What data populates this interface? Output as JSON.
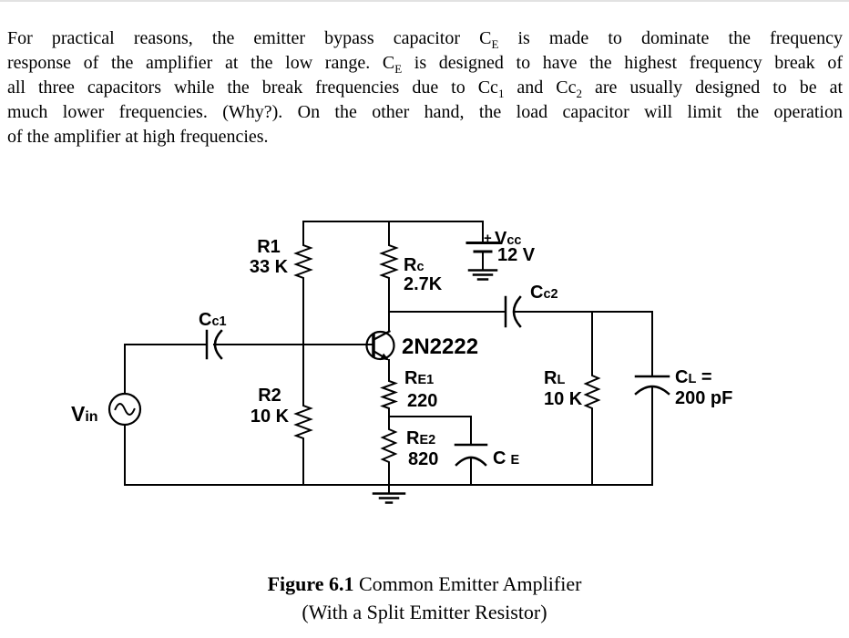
{
  "page": {
    "top_divider_color": "#e2e2e2",
    "background": "#ffffff",
    "ink": "#000000"
  },
  "intro_paragraph": {
    "lines": [
      {
        "segments": [
          {
            "t": "For practical reasons, the emitter bypass capacitor C"
          },
          {
            "t": "E",
            "sub": true
          },
          {
            "t": " is made to dominate the frequency"
          }
        ]
      },
      {
        "segments": [
          {
            "t": "response of the amplifier at the low range. C"
          },
          {
            "t": "E",
            "sub": true
          },
          {
            "t": " is designed to have the highest frequency break of"
          }
        ]
      },
      {
        "segments": [
          {
            "t": "all three capacitors while the break frequencies due to Cc"
          },
          {
            "t": "1",
            "sub": true
          },
          {
            "t": " and Cc"
          },
          {
            "t": "2",
            "sub": true
          },
          {
            "t": " are usually designed to be at"
          }
        ]
      },
      {
        "segments": [
          {
            "t": "much lower frequencies. (Why?). On the other hand, the load capacitor will limit the operation"
          }
        ]
      },
      {
        "segments": [
          {
            "t": "of the amplifier at high frequencies."
          }
        ]
      }
    ]
  },
  "circuit": {
    "vin": {
      "sym": "V",
      "sub": "in"
    },
    "cc1": {
      "sym": "C",
      "sub": "c1"
    },
    "cc2": {
      "sym": "C",
      "sub": "c2"
    },
    "r1": {
      "name": "R1",
      "value": "33 K"
    },
    "r2": {
      "name": "R2",
      "value": "10 K"
    },
    "rc": {
      "sym": "R",
      "sub": "c",
      "value": "2.7K"
    },
    "q1": {
      "part": "2N2222"
    },
    "re1": {
      "sym": "R",
      "sub": "E1",
      "value": "220"
    },
    "re2": {
      "sym": "R",
      "sub": "E2",
      "value": "820"
    },
    "ce": {
      "sym": "C",
      "sub": "E"
    },
    "rl": {
      "sym": "R",
      "sub": "L",
      "value": "10 K"
    },
    "cl": {
      "sym": "C",
      "sub": "L",
      "eq": " =",
      "value": "200 pF"
    },
    "vcc": {
      "plus": "+",
      "sym": "V",
      "sub": "cc",
      "value": "12 V"
    }
  },
  "figure": {
    "caption_bold": "Figure 6.1",
    "caption_rest": " Common Emitter Amplifier",
    "caption_line2": "(With a Split Emitter Resistor)"
  }
}
